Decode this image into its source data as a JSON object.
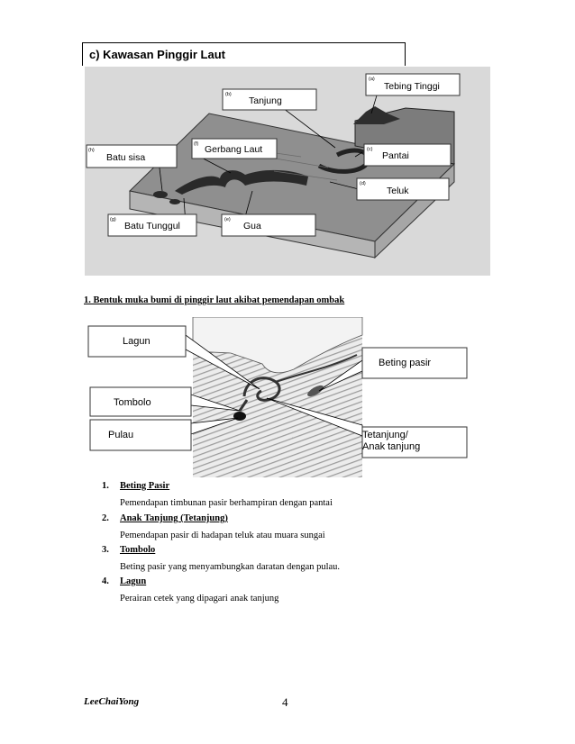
{
  "section_title": "c) Kawasan Pinggir Laut",
  "figure1": {
    "labels": {
      "tebing_tinggi": {
        "letter": "(a)",
        "text": "Tebing Tinggi"
      },
      "tanjung": {
        "letter": "(b)",
        "text": "Tanjung"
      },
      "pantai": {
        "letter": "(c)",
        "text": "Pantai"
      },
      "teluk": {
        "letter": "(d)",
        "text": "Teluk"
      },
      "gua": {
        "letter": "(e)",
        "text": "Gua"
      },
      "gerbang_laut": {
        "letter": "(f)",
        "text": "Gerbang Laut"
      },
      "batu_tunggul": {
        "letter": "(g)",
        "text": "Batu Tunggul"
      },
      "batu_sisa": {
        "letter": "(h)",
        "text": "Batu sisa"
      }
    }
  },
  "deposition_heading": "1. Bentuk muka bumi di pinggir laut akibat pemendapan ombak",
  "figure2": {
    "labels": {
      "lagun": "Lagun",
      "tombolo": "Tombolo",
      "pulau": "Pulau",
      "beting_pasir": "Beting pasir",
      "tetanjung_line1": "Tetanjung/",
      "tetanjung_line2": "Anak tanjung"
    }
  },
  "items": [
    {
      "num": "1.",
      "term": "Beting Pasir",
      "desc": "Pemendapan timbunan pasir berhampiran dengan pantai"
    },
    {
      "num": "2.",
      "term": "Anak Tanjung (Tetanjung)",
      "desc": "Pemendapan pasir di hadapan teluk atau muara sungai"
    },
    {
      "num": "3.",
      "term": "Tombolo",
      "desc": "Beting pasir yang menyambungkan daratan dengan pulau."
    },
    {
      "num": "4.",
      "term": "Lagun",
      "desc": "Perairan cetek yang dipagari anak tanjung"
    }
  ],
  "footer": {
    "author": "LeeChaiYong",
    "page": "4"
  }
}
